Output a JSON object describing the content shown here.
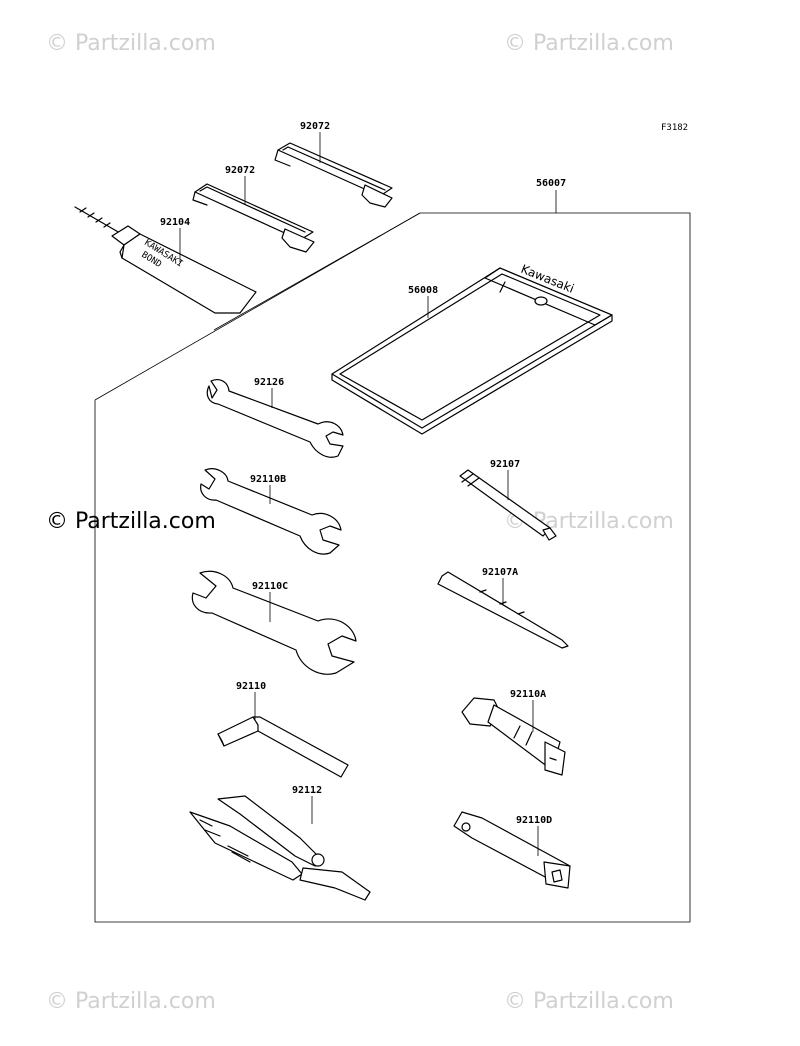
{
  "watermarks": {
    "top_left": "© Partzilla.com",
    "top_right": "© Partzilla.com",
    "middle_left": "© Partzilla.com",
    "middle_right": "© Partzilla.com",
    "bottom_left": "© Partzilla.com",
    "bottom_right": "© Partzilla.com"
  },
  "diagram_code": "F3182",
  "part_labels": {
    "strap_upper": "92072",
    "strap_lower": "92072",
    "bond_tube": "92104",
    "bond_tube_text_1": "KAWASAKI",
    "bond_tube_text_2": "BOND",
    "tool_kit": "56007",
    "tool_bag": "56008",
    "tool_bag_brand": "Kawasaki",
    "wrench_1": "92126",
    "wrench_2": "92110B",
    "wrench_3": "92110C",
    "hex_wrench": "92110",
    "pliers": "92112",
    "screwdriver_handle": "92107",
    "screwdriver_bit": "92107A",
    "spark_plug_wrench": "92110A",
    "box_wrench": "92110D"
  }
}
